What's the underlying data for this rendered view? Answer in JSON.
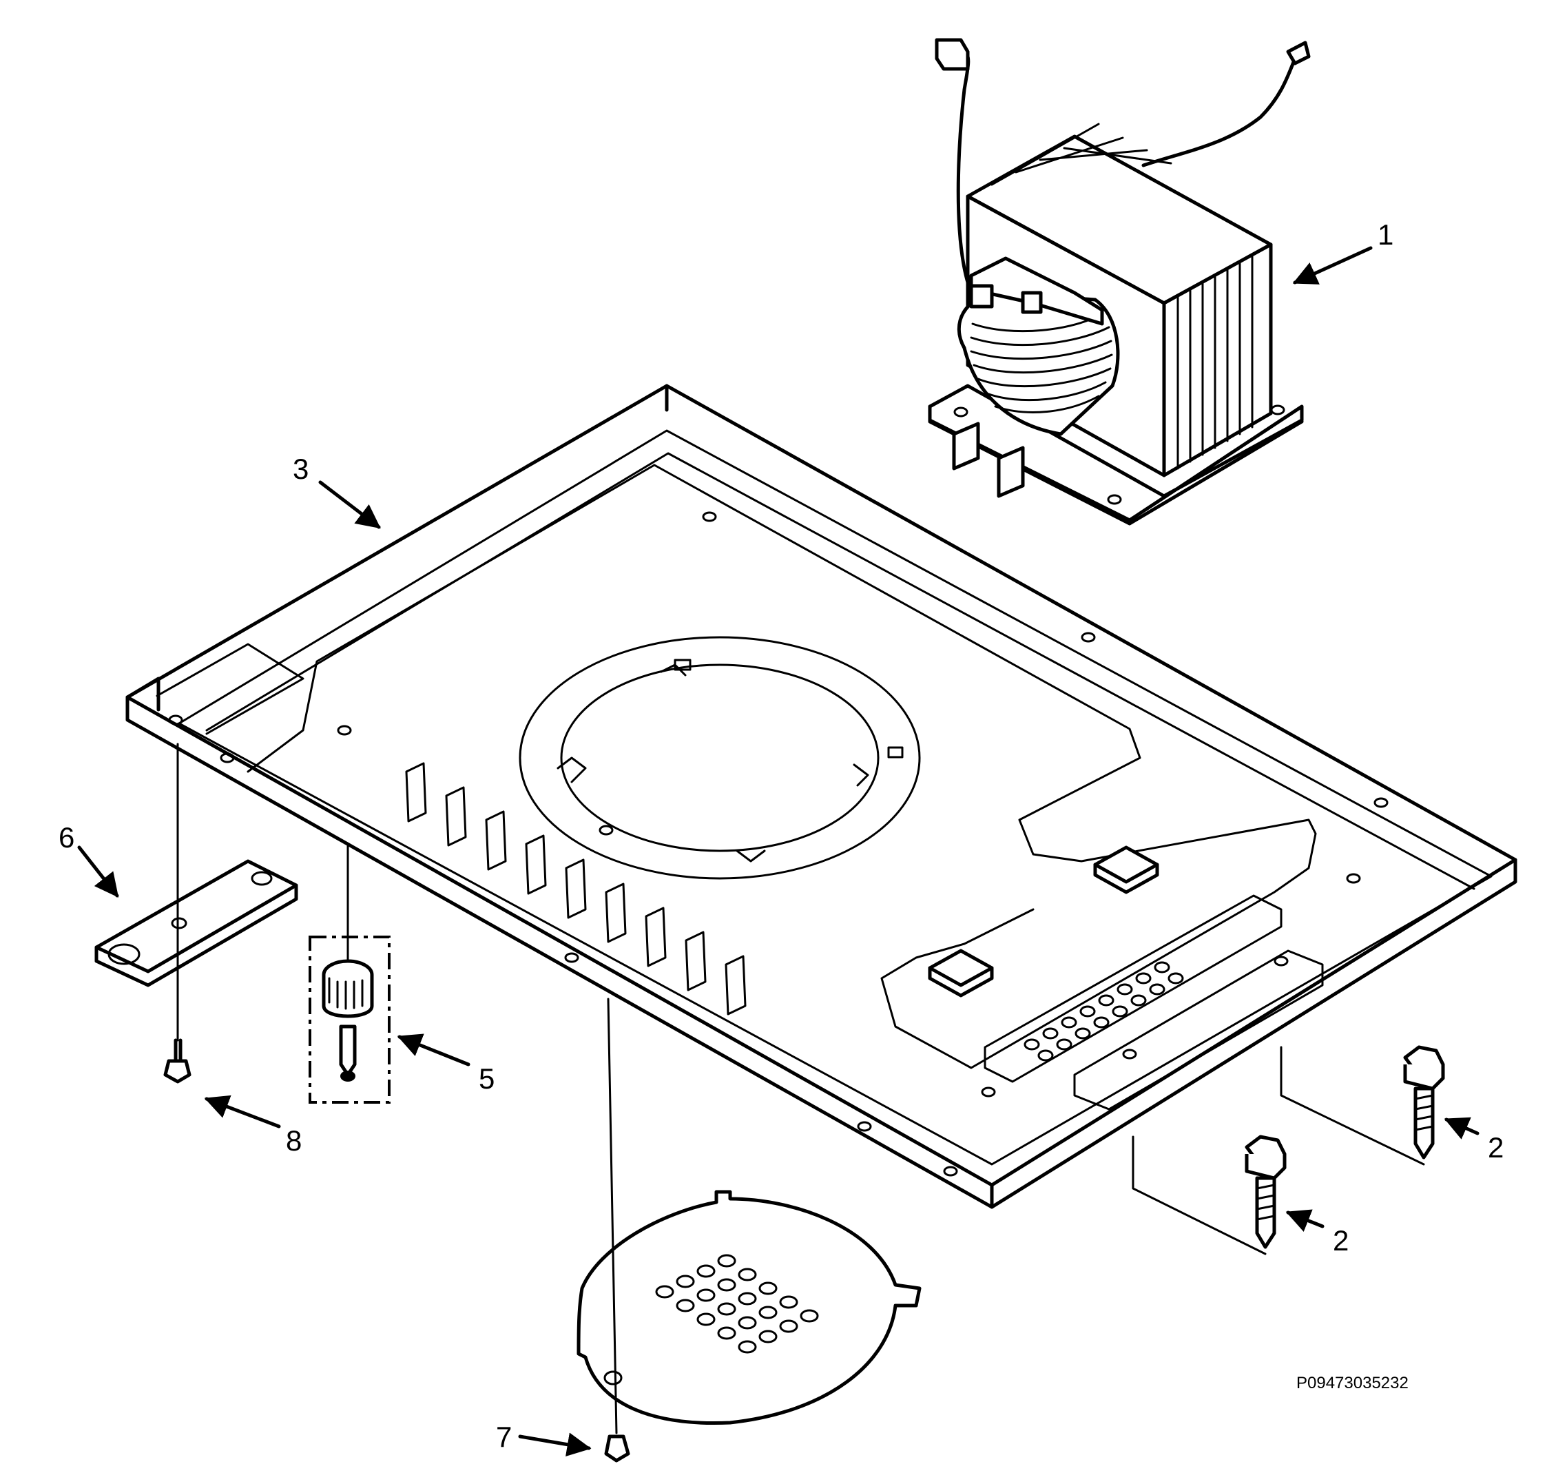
{
  "callouts": {
    "c1": "1",
    "c2a": "2",
    "c2b": "2",
    "c3": "3",
    "c5": "5",
    "c6": "6",
    "c7": "7",
    "c8": "8"
  },
  "drawing_code": "P09473035232",
  "parts": [
    {
      "callout": "1",
      "icon": "transformer-icon"
    },
    {
      "callout": "2",
      "icon": "hex-bolt-icon"
    },
    {
      "callout": "3",
      "icon": "base-plate-icon"
    },
    {
      "callout": "5",
      "icon": "foot-and-screw-icon"
    },
    {
      "callout": "6",
      "icon": "bracket-strip-icon"
    },
    {
      "callout": "7",
      "icon": "screw-icon"
    },
    {
      "callout": "8",
      "icon": "screw-icon"
    }
  ]
}
